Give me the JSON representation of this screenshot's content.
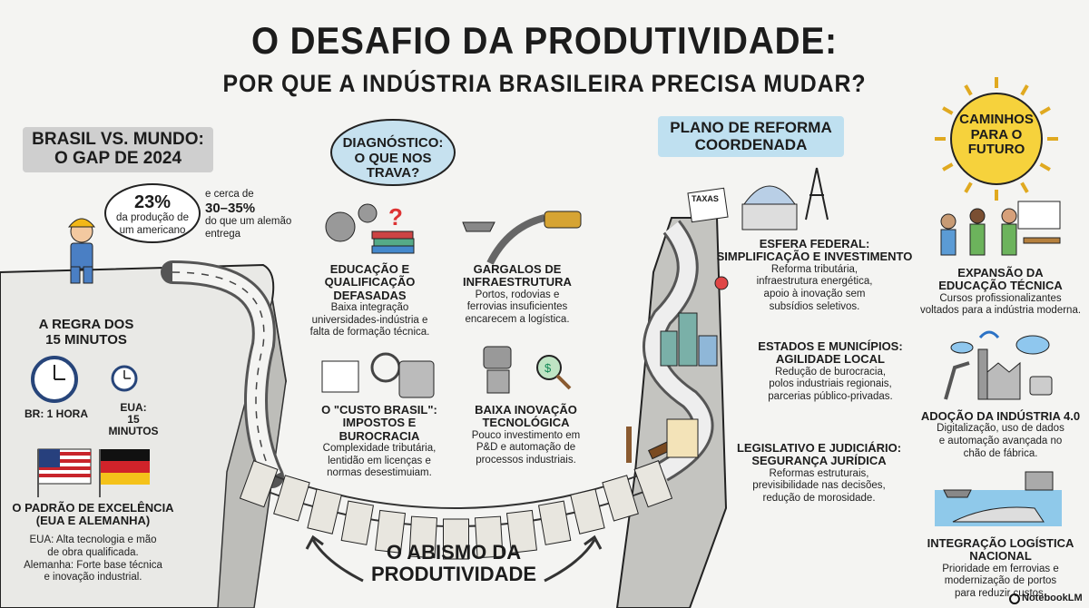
{
  "title": {
    "line1": "O DESAFIO DA PRODUTIVIDADE:",
    "line2": "POR QUE A INDÚSTRIA BRASILEIRA PRECISA MUDAR?"
  },
  "left": {
    "heading": [
      "BRASIL VS. MUNDO:",
      "O GAP DE 2024"
    ],
    "thought": {
      "value": "23%",
      "text": [
        "da produção de",
        "um americano"
      ]
    },
    "germany_note": {
      "pre": "e cerca de",
      "value": "30–35%",
      "post": [
        "do que um alemão",
        "entrega"
      ]
    },
    "rule": {
      "title": [
        "A REGRA DOS",
        "15 MINUTOS"
      ],
      "br": "BR: 1 HORA",
      "us": [
        "EUA:",
        "15 MINUTOS"
      ]
    },
    "excellence": {
      "title": [
        "O PADRÃO DE EXCELÊNCIA",
        "(EUA E ALEMANHA)"
      ],
      "body": [
        "EUA: Alta tecnologia e mão",
        "de obra qualificada.",
        "Alemanha: Forte base técnica",
        "e inovação industrial."
      ]
    }
  },
  "diagnosis": {
    "heading": [
      "DIAGNÓSTICO:",
      "O QUE NOS TRAVA?"
    ],
    "items": [
      {
        "title": [
          "EDUCAÇÃO E",
          "QUALIFICAÇÃO",
          "DEFASADAS"
        ],
        "body": [
          "Baixa integração",
          "universidades-indústria e",
          "falta de formação técnica."
        ]
      },
      {
        "title": [
          "GARGALOS DE",
          "INFRAESTRUTURA"
        ],
        "body": [
          "Portos, rodovias e",
          "ferrovias insuficientes",
          "encarecem a logística."
        ]
      },
      {
        "title": [
          "O \"CUSTO BRASIL\":",
          "IMPOSTOS E BUROCRACIA"
        ],
        "body": [
          "Complexidade tributária,",
          "lentidão em licenças e",
          "normas desestimuiam."
        ]
      },
      {
        "title": [
          "BAIXA INOVAÇÃO",
          "TECNOLÓGICA"
        ],
        "body": [
          "Pouco investimento em",
          "P&D e automação de",
          "processos industriais."
        ]
      }
    ],
    "tax_label": "TAXAS"
  },
  "abyss": [
    "O ABISMO DA",
    "PRODUTIVIDADE"
  ],
  "plan": {
    "heading": [
      "PLANO DE REFORMA",
      "COORDENADA"
    ],
    "items": [
      {
        "title": [
          "ESFERA FEDERAL:",
          "SIMPLIFICAÇÃO E INVESTIMENTO"
        ],
        "body": [
          "Reforma tributária,",
          "infraestrutura energética,",
          "apoio à inovação sem",
          "subsídios seletivos."
        ]
      },
      {
        "title": [
          "ESTADOS E MUNICÍPIOS:",
          "AGILIDADE LOCAL"
        ],
        "body": [
          "Redução de burocracia,",
          "polos industriais regionais,",
          "parcerias público-privadas."
        ]
      },
      {
        "title": [
          "LEGISLATIVO E JUDICIÁRIO:",
          "SEGURANÇA JURÍDICA"
        ],
        "body": [
          "Reformas estruturais,",
          "previsibilidade nas decisões,",
          "redução de morosidade."
        ]
      }
    ]
  },
  "future": {
    "heading": [
      "CAMINHOS",
      "PARA O",
      "FUTURO"
    ],
    "items": [
      {
        "title": [
          "EXPANSÃO DA",
          "EDUCAÇÃO TÉCNICA"
        ],
        "body": [
          "Cursos profissionalizantes",
          "voltados para a indústria moderna."
        ]
      },
      {
        "title": [
          "ADOÇÃO DA INDÚSTRIA 4.0"
        ],
        "body": [
          "Digitalização, uso de dados",
          "e automação avançada no",
          "chão de fábrica."
        ]
      },
      {
        "title": [
          "INTEGRAÇÃO LOGÍSTICA",
          "NACIONAL"
        ],
        "body": [
          "Prioridade em ferrovias e",
          "modernização de portos",
          "para reduzir custos."
        ]
      }
    ]
  },
  "watermark": "NotebookLM",
  "colors": {
    "gray_highlight": "#cfcfcf",
    "blue_highlight": "#bfe0f0",
    "sun": "#f6d23c",
    "cliff": "#b9b9b5"
  }
}
